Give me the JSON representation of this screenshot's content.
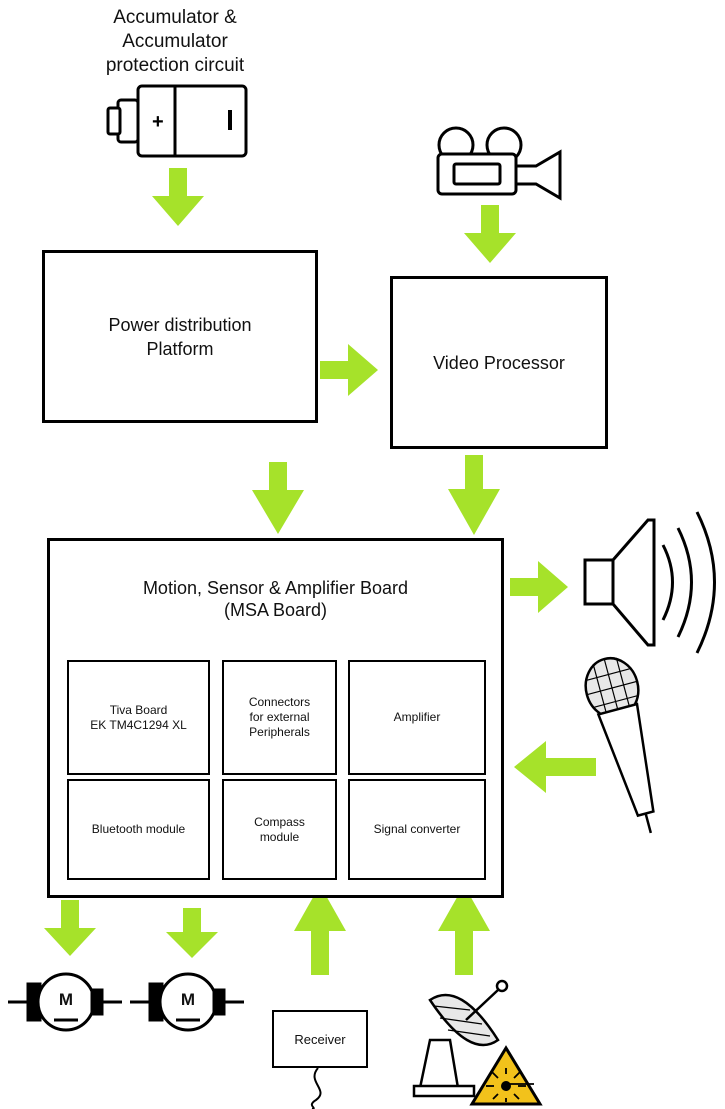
{
  "accumulator": {
    "label": "Accumulator &\nAccumulator\nprotection circuit",
    "plus": "+",
    "minus": "-"
  },
  "power_box": {
    "label": "Power distribution\nPlatform"
  },
  "video_box": {
    "label": "Video Processor"
  },
  "msa_board": {
    "title": "Motion, Sensor & Amplifier Board\n(MSA Board)",
    "modules": [
      {
        "label": "Tiva Board\nEK TM4C1294 XL"
      },
      {
        "label": "Connectors\nfor external\nPeripherals"
      },
      {
        "label": "Amplifier"
      },
      {
        "label": "Bluetooth module"
      },
      {
        "label": "Compass\nmodule"
      },
      {
        "label": "Signal converter"
      }
    ]
  },
  "motors": [
    {
      "label": "M"
    },
    {
      "label": "M"
    }
  ],
  "receiver": {
    "label": "Receiver"
  },
  "colors": {
    "arrow": "#a6e22a",
    "line": "#000000",
    "warning": "#f2c21b"
  },
  "icons": [
    "battery-icon",
    "video-camera-icon",
    "speaker-icon",
    "microphone-icon",
    "motor-icon",
    "satellite-dish-icon",
    "laser-warning-icon"
  ]
}
